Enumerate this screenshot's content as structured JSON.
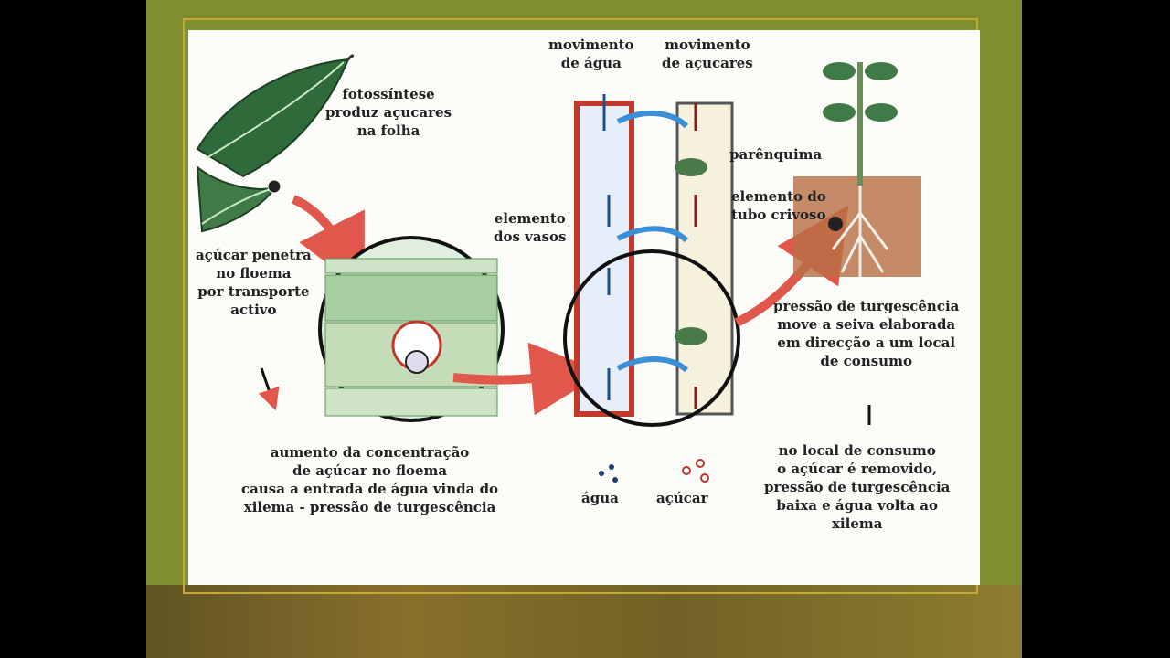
{
  "labels": {
    "photosynthesis": [
      "fotossíntese",
      "produz açucares",
      "na folha"
    ],
    "sugar_enters": [
      "açúcar penetra",
      "no floema",
      "por transporte",
      "activo"
    ],
    "concentration": [
      "aumento da concentração",
      "de açúcar no floema",
      "causa a entrada de água vinda do",
      "xilema - pressão de turgescência"
    ],
    "water_movement": [
      "movimento",
      "de água"
    ],
    "sugar_movement": [
      "movimento",
      "de açucares"
    ],
    "parenchyma": "parênquima",
    "sieve_tube": [
      "elemento do",
      "tubo crivoso"
    ],
    "vessel_element": [
      "elemento",
      "dos vasos"
    ],
    "turgor_pressure": [
      "pressão de turgescência",
      "move a seiva elaborada",
      "em direcção a um local",
      "de consumo"
    ],
    "consumption": [
      "no local de consumo",
      "o açúcar é removido,",
      "pressão de turgescência",
      "baixa e água volta ao",
      "xilema"
    ],
    "legend_water": "água",
    "legend_sugar": "açúcar"
  },
  "colors": {
    "slide_bg": "#7f8f2e",
    "panel_bg": "#fbfbf8",
    "arrow": "#e2574c",
    "xylem_wall": "#c0392b",
    "water_arrow": "#1f4e8c",
    "flow_arrow": "#3a8fd6",
    "leaf": "#2f6b3a",
    "soil": "#b86f45"
  }
}
